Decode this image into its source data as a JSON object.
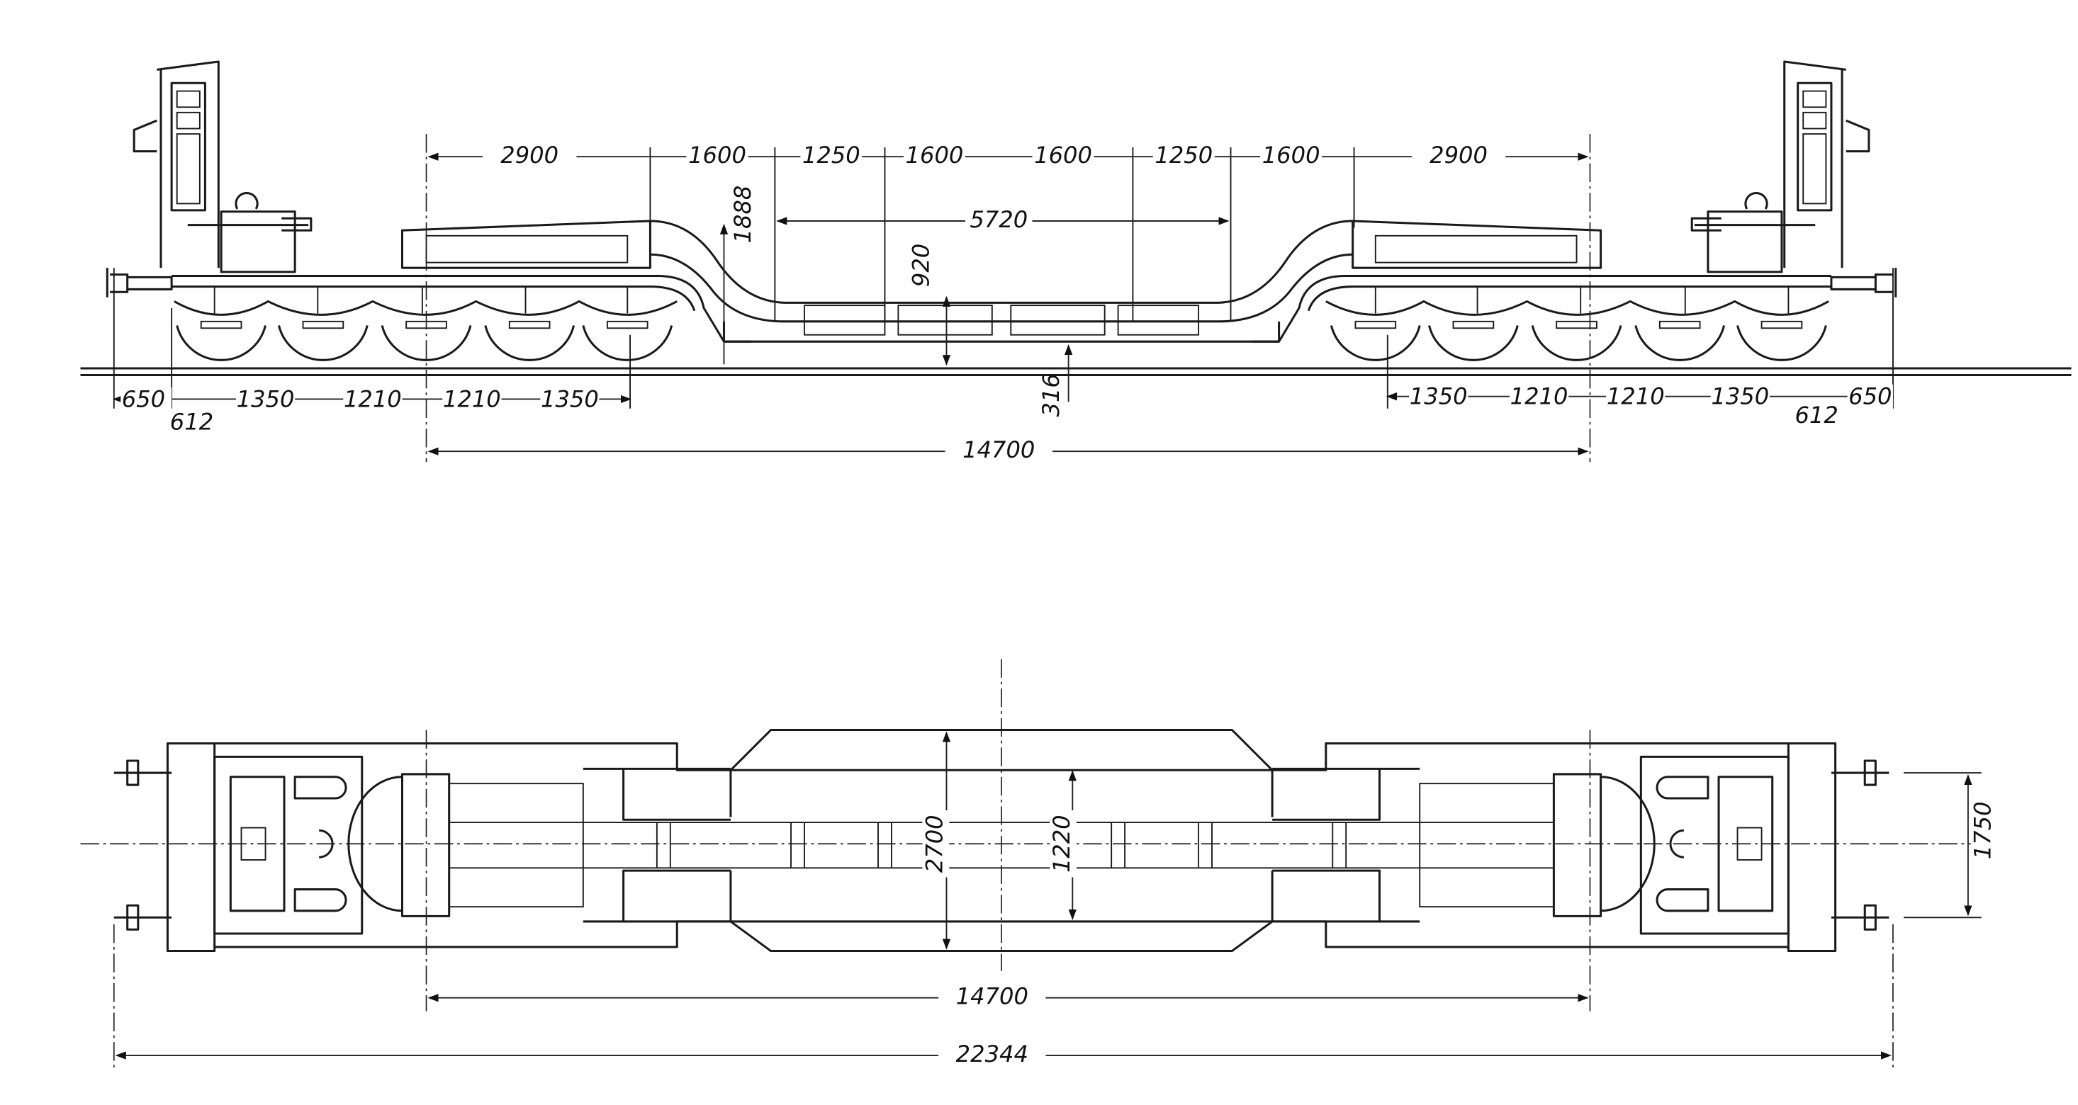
{
  "drawing": {
    "title": "Heavy-duty well wagon, side elevation and plan view",
    "side_view": {
      "top_dims": [
        "2900",
        "1600",
        "1250",
        "1600",
        "1600",
        "1250",
        "1600",
        "2900"
      ],
      "well_length": "5720",
      "gooseneck_height": "1888",
      "deck_height": "920",
      "well_clearance": "316",
      "left_axle_dims": [
        "650",
        "612",
        "1350",
        "1210",
        "1210",
        "1350"
      ],
      "right_axle_dims": [
        "1350",
        "1210",
        "1210",
        "1350",
        "612",
        "650"
      ],
      "bogie_centres": "14700"
    },
    "plan_view": {
      "outer_width": "2700",
      "inner_width": "1220",
      "buffer_spacing": "1750",
      "bogie_centres": "14700",
      "length_over_buffers": "22344"
    }
  }
}
